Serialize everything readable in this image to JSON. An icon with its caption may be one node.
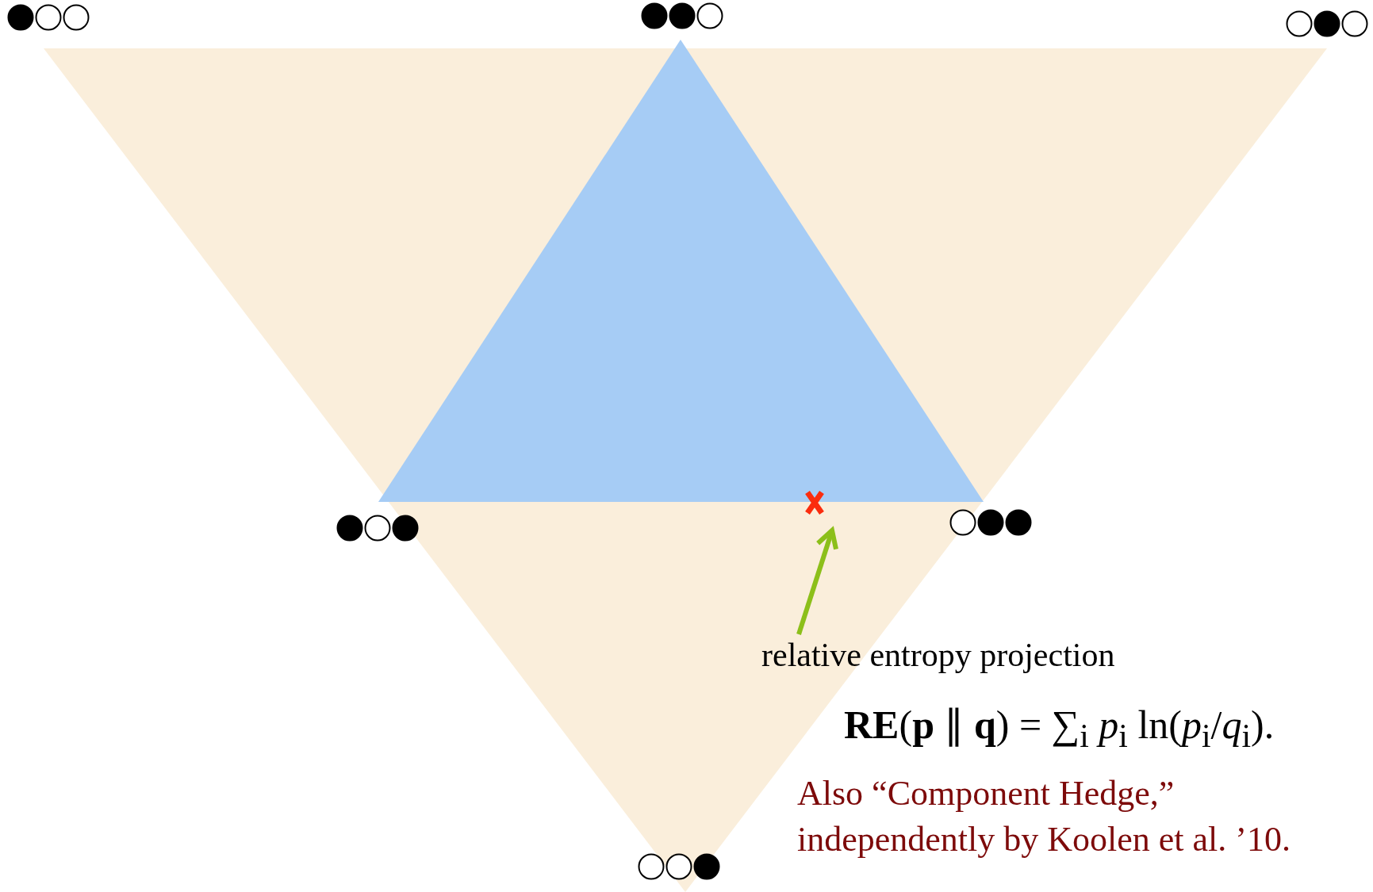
{
  "diagram": {
    "nodes": [
      {
        "text": [],
        "shape": "cross"
      },
      {
        "text": [
          "relative entropy projection"
        ]
      }
    ],
    "edges": [
      {
        "from": 1,
        "to": 0,
        "arrow": "to",
        "color": "#8cbf1a"
      }
    ],
    "labels": [
      "**RE**(**p** ∥ **q**) = ∑$_{i}$ *p*$_{i}$ ln(*p*$_{i}$/*q*$_{i}$).",
      "Also “Component Hedge,” independently by Koolen et al. ’10."
    ]
  }
}
